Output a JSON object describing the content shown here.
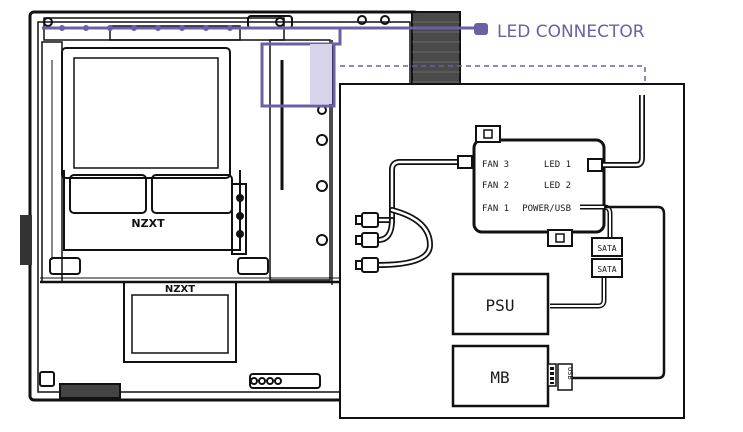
{
  "callout": {
    "label": "LED CONNECTOR",
    "accent_color": "#6b5fa5"
  },
  "case": {
    "brand_top": "NZXT",
    "brand_bottom": "NZXT"
  },
  "controller": {
    "ports_left": [
      "FAN 3",
      "FAN 2",
      "FAN 1"
    ],
    "ports_right": [
      "LED 1",
      "LED 2",
      "POWER/USB"
    ]
  },
  "connectors": {
    "sata_1": "SATA",
    "sata_2": "SATA",
    "usb": "USB"
  },
  "components": {
    "psu": "PSU",
    "mb": "MB"
  },
  "icons": [
    "fan-connector-icon",
    "led-plug-icon",
    "sata-plug-icon",
    "usb-header-icon"
  ]
}
